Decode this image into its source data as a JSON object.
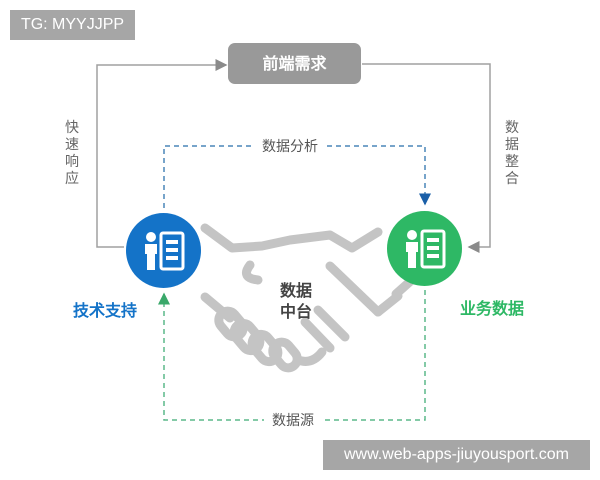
{
  "watermark_top": "TG: MYYJJPP",
  "watermark_bottom": "www.web-apps-jiuyousport.com",
  "diagram": {
    "top_box": "前端需求",
    "center_label_line1": "数据",
    "center_label_line2": "中台",
    "left_flow_label": "快速响应",
    "right_flow_label": "数据整合",
    "top_dashed_label": "数据分析",
    "bottom_dashed_label": "数据源",
    "left_node": {
      "label": "技术支持",
      "color": "#1473c8",
      "icon": "person-document-icon"
    },
    "right_node": {
      "label": "业务数据",
      "color": "#2eb865",
      "icon": "person-document-icon"
    },
    "colors": {
      "line_gray": "#a0a0a0",
      "dashed_blue": "#4a86b8",
      "dashed_green": "#5cb88a",
      "handshake_gray": "#c4c4c4"
    }
  }
}
